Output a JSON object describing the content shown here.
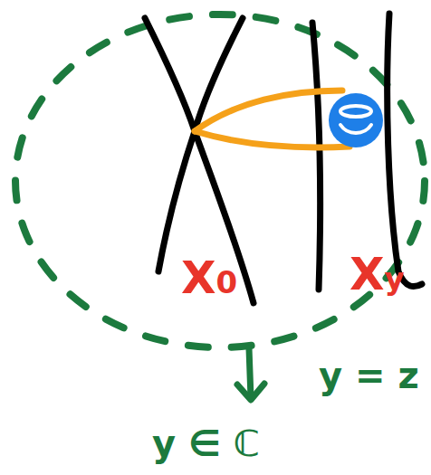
{
  "diagram": {
    "labels": [
      "X0",
      "Xy",
      "y = z",
      "y ∈ ℂ"
    ]
  }
}
